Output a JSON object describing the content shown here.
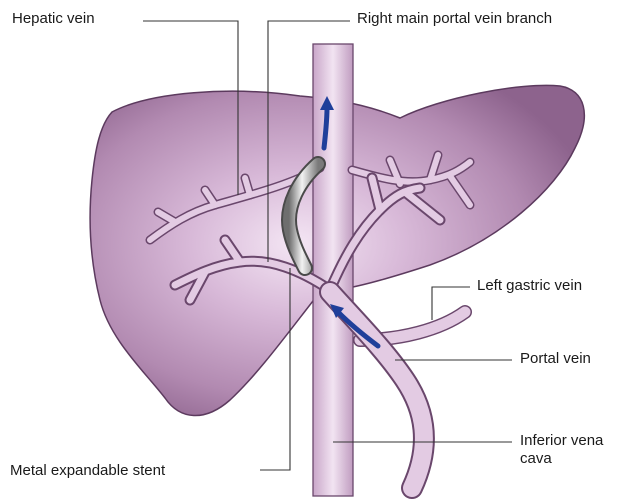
{
  "labels": {
    "hepatic_vein": "Hepatic vein",
    "right_main_portal_vein_branch": "Right main portal vein branch",
    "left_gastric_vein": "Left gastric vein",
    "portal_vein": "Portal vein",
    "inferior_vena_cava": "Inferior vena cava",
    "metal_expandable_stent": "Metal expandable stent"
  },
  "colors": {
    "liver": "#a77ca6",
    "liver_highlight": "#e9d4e9",
    "vein": "#e3cbe3",
    "vein_outline": "#6a476c",
    "flow_arrow": "#1f3f9a",
    "stent": "#a9a9a9"
  }
}
